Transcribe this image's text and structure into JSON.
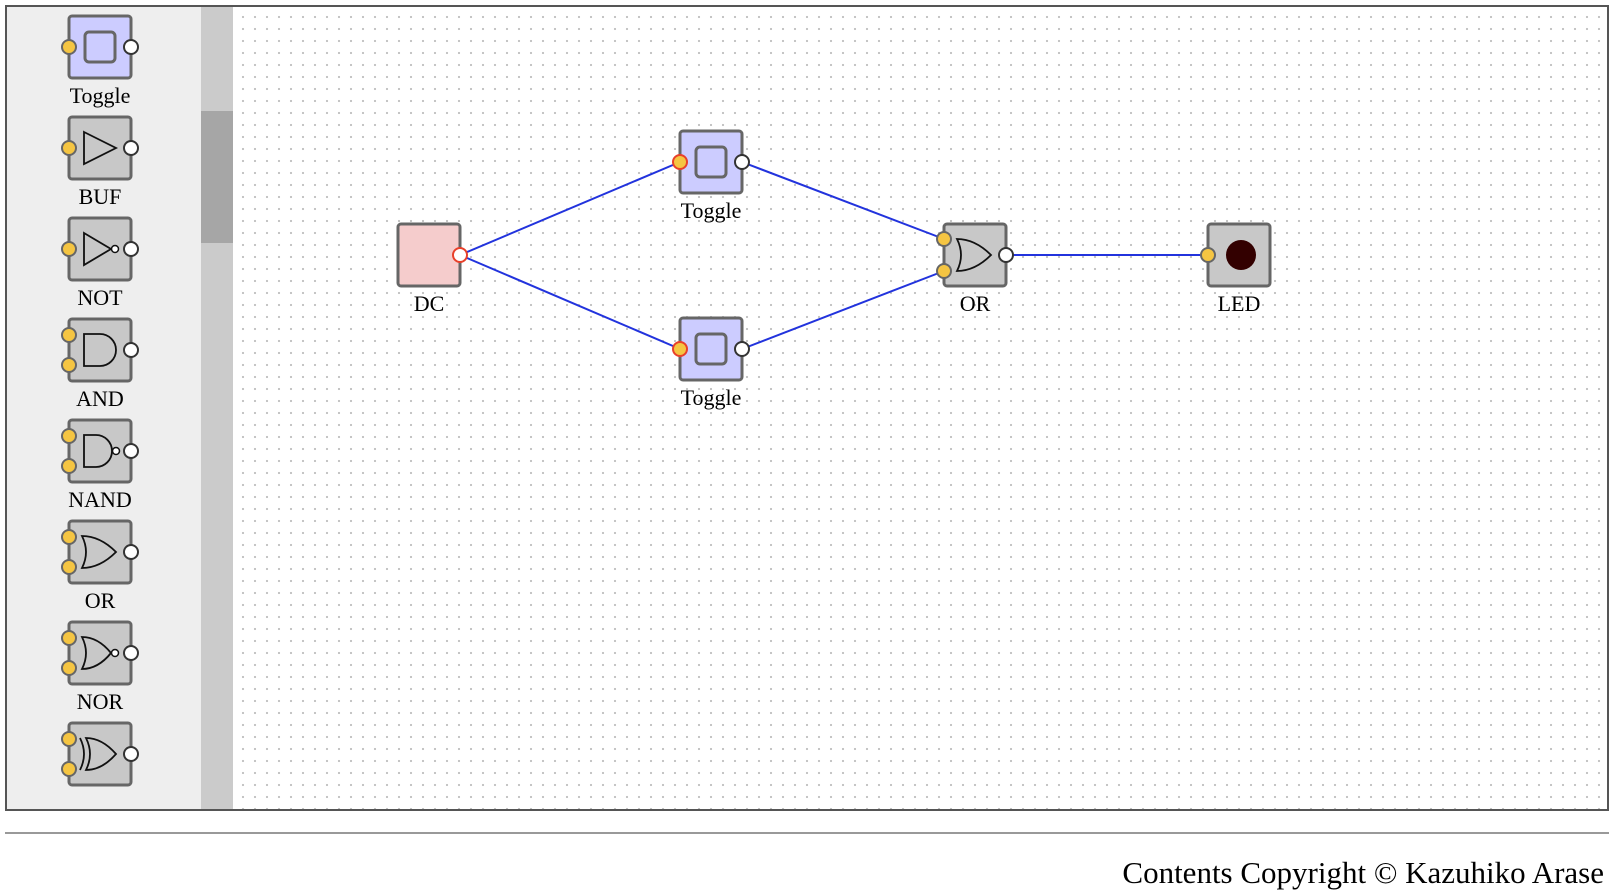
{
  "palette": {
    "items": [
      {
        "label": "Toggle",
        "icon": "toggle-icon"
      },
      {
        "label": "BUF",
        "icon": "buffer-gate-icon"
      },
      {
        "label": "NOT",
        "icon": "not-gate-icon"
      },
      {
        "label": "AND",
        "icon": "and-gate-icon"
      },
      {
        "label": "NAND",
        "icon": "nand-gate-icon"
      },
      {
        "label": "OR",
        "icon": "or-gate-icon"
      },
      {
        "label": "NOR",
        "icon": "nor-gate-icon"
      },
      {
        "label": "",
        "icon": "xor-gate-icon"
      }
    ]
  },
  "circuit": {
    "components": {
      "dc": {
        "label": "DC",
        "state": "on"
      },
      "toggle_top": {
        "label": "Toggle"
      },
      "toggle_bottom": {
        "label": "Toggle"
      },
      "or_gate": {
        "label": "OR"
      },
      "led": {
        "label": "LED",
        "state": "off"
      }
    },
    "wires": [
      {
        "from": "dc",
        "to": "toggle_top"
      },
      {
        "from": "dc",
        "to": "toggle_bottom"
      },
      {
        "from": "toggle_top",
        "to": "or_gate.in1"
      },
      {
        "from": "toggle_bottom",
        "to": "or_gate.in2"
      },
      {
        "from": "or_gate",
        "to": "led"
      }
    ]
  },
  "footer": {
    "copyright": "Contents Copyright © Kazuhiko Arase"
  },
  "colors": {
    "node_fill": "#c8c8c8",
    "node_stroke": "#666666",
    "toggle_fill": "#ccccff",
    "dc_fill": "#f5cccc",
    "input_pin": "#f5c542",
    "wire": "#2233dd",
    "active_pin": "#e8402a",
    "led_off": "#330000"
  }
}
